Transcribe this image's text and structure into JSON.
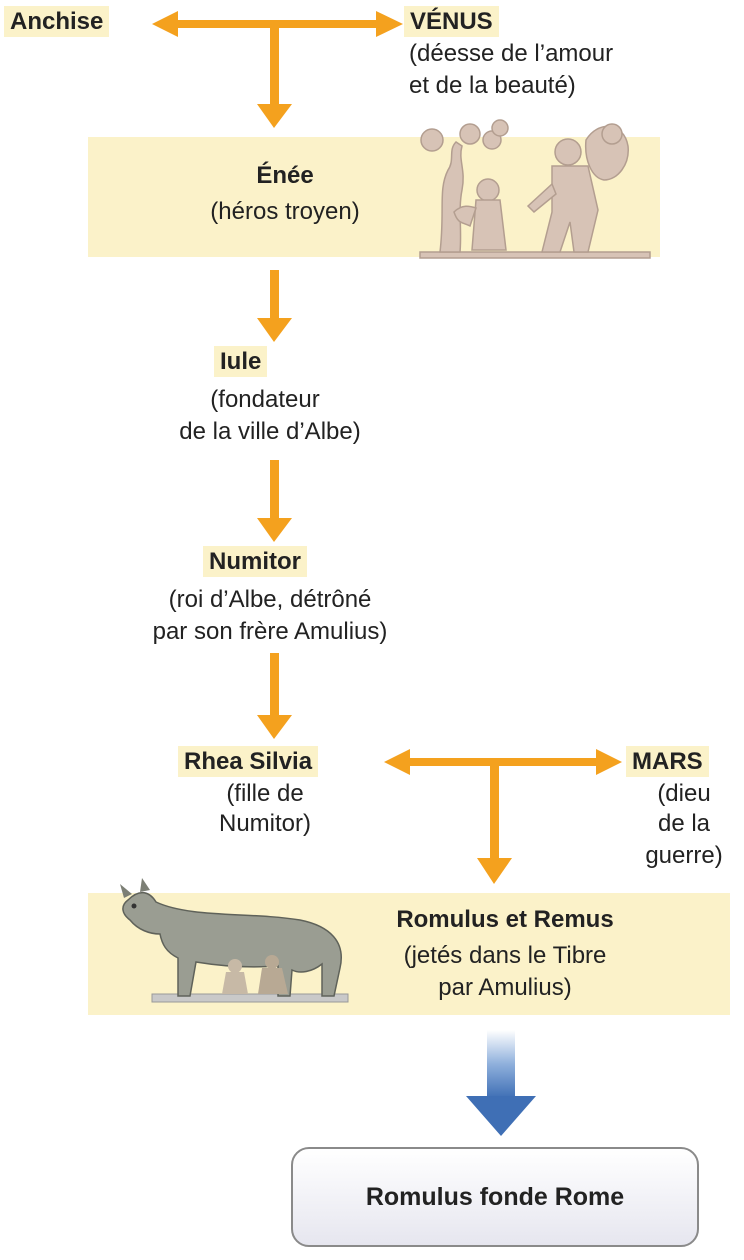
{
  "nodes": {
    "anchise": {
      "name": "Anchise"
    },
    "venus": {
      "name": "VÉNUS",
      "desc1": "(déesse de l’amour",
      "desc2": "et de la beauté)"
    },
    "enee": {
      "name": "Énée",
      "desc1": "(héros troyen)"
    },
    "iule": {
      "name": "Iule",
      "desc1": "(fondateur",
      "desc2": "de la ville d’Albe)"
    },
    "numitor": {
      "name": "Numitor",
      "desc1": "(roi d’Albe, détrôné",
      "desc2": "par son frère Amulius)"
    },
    "rhea": {
      "name": "Rhea Silvia",
      "desc1": "(fille de",
      "desc2": "Numitor)"
    },
    "mars": {
      "name": "MARS",
      "desc1": "(dieu",
      "desc2": "de la",
      "desc3": "guerre)"
    },
    "romulus_remus": {
      "name": "Romulus et Remus",
      "desc1": "(jetés dans le Tibre",
      "desc2": "par Amulius)"
    },
    "rome": {
      "name": "Romulus fonde Rome"
    }
  },
  "colors": {
    "arrow": "#f4a11e",
    "final_arrow": "#3f6fb5",
    "highlight": "#fbf2c9"
  },
  "illustrations": [
    "relief-aeneas-fleeing-troy",
    "capitoline-she-wolf-statue"
  ]
}
